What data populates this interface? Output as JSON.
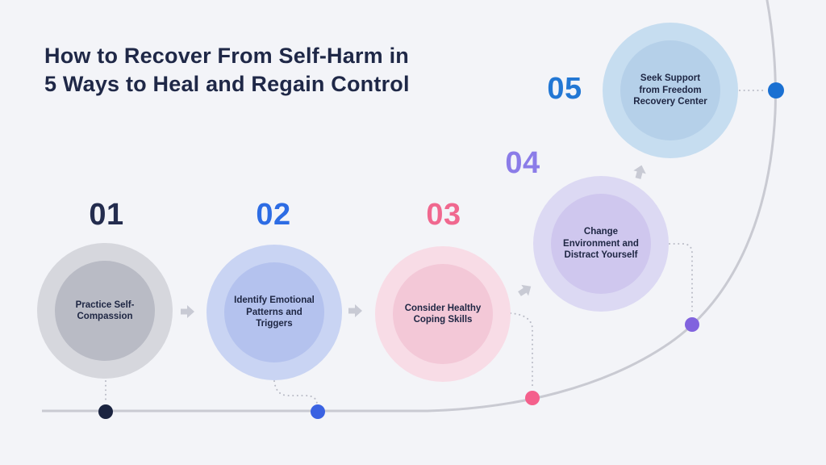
{
  "background_color": "#f3f4f8",
  "header": {
    "title_line1": "How to Recover From Self-Harm in",
    "title_line2": "5 Ways to Heal and Regain Control",
    "title_color": "#1f2847"
  },
  "steps": [
    {
      "number": "01",
      "number_color": "#232c4e",
      "outer_color": "#d6d7dd",
      "inner_color": "#b9bbc5",
      "dot_color": "#1b2440",
      "lines": [
        "Practice Self-",
        "Compassion"
      ]
    },
    {
      "number": "02",
      "number_color": "#2d6ce4",
      "outer_color": "#c9d4f3",
      "inner_color": "#b4c2ee",
      "dot_color": "#3a62e2",
      "lines": [
        "Identify Emotional",
        "Patterns and",
        "Triggers"
      ]
    },
    {
      "number": "03",
      "number_color": "#f0688f",
      "outer_color": "#f8dce6",
      "inner_color": "#f3c8d7",
      "dot_color": "#f4608c",
      "lines": [
        "Consider Healthy",
        "Coping Skills"
      ]
    },
    {
      "number": "04",
      "number_color": "#8b7ce8",
      "outer_color": "#dcd9f3",
      "inner_color": "#cfc7ee",
      "dot_color": "#8163de",
      "lines": [
        "Change",
        "Environment and",
        "Distract Yourself"
      ]
    },
    {
      "number": "05",
      "number_color": "#2277d4",
      "outer_color": "#c6ddf0",
      "inner_color": "#b5d0e9",
      "dot_color": "#1a70d2",
      "lines": [
        "Seek Support",
        "from Freedom",
        "Recovery Center"
      ]
    }
  ],
  "decor": {
    "curve_color": "#c9cad2",
    "connector_color": "#b9bbc6",
    "arrow_color": "#c8cad4",
    "label_color": "#1e2643"
  }
}
